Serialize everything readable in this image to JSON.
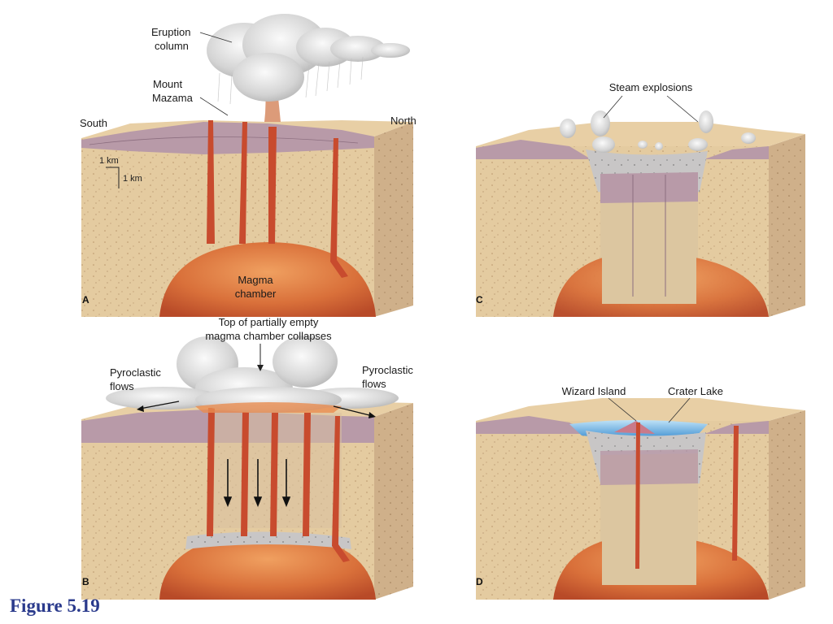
{
  "figure": {
    "caption": "Figure 5.19"
  },
  "colors": {
    "sand": "#e8cfa5",
    "rock": "#dcc6a0",
    "rock_side": "#c9a87f",
    "lava_layer": "#b89aa8",
    "magma": "#d96b3a",
    "conduit": "#c84b2e",
    "cloud": "#d9d9d9",
    "water": "#6fb6e6",
    "caption": "#2a3a8c"
  },
  "panels": {
    "a": {
      "letter": "A",
      "eruption_column_line1": "Eruption",
      "eruption_column_line2": "column",
      "mount_line1": "Mount",
      "mount_line2": "Mazama",
      "south": "South",
      "north": "North",
      "scale_vertical": "1 km",
      "scale_horizontal": "1 km",
      "magma_line1": "Magma",
      "magma_line2": "chamber"
    },
    "b": {
      "letter": "B",
      "top_line1": "Top of partially empty",
      "top_line2": "magma chamber collapses",
      "pyro_left_line1": "Pyroclastic",
      "pyro_left_line2": "flows",
      "pyro_right_line1": "Pyroclastic",
      "pyro_right_line2": "flows"
    },
    "c": {
      "letter": "C",
      "steam": "Steam explosions"
    },
    "d": {
      "letter": "D",
      "wizard": "Wizard Island",
      "crater_lake": "Crater Lake"
    }
  }
}
